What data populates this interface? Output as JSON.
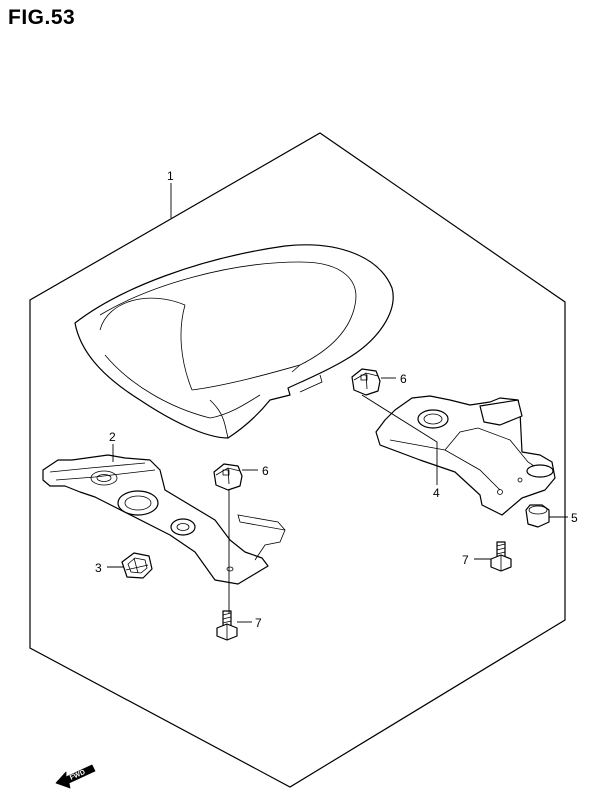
{
  "figure": {
    "title": "FIG.53"
  },
  "callouts": {
    "seat_cowl": "1",
    "bracket_left": "2",
    "clip_nut": "3",
    "bracket_right": "4",
    "cushion": "5",
    "nut_left": "6",
    "nut_right": "6",
    "bolt_left": "7",
    "bolt_right": "7"
  },
  "direction_arrow": {
    "label": "FWD",
    "icon": "fwd-arrow-icon"
  }
}
